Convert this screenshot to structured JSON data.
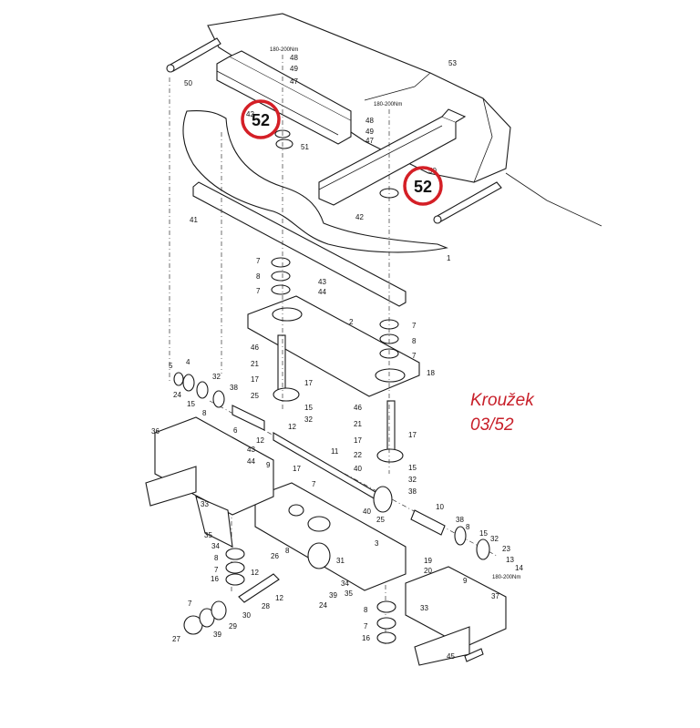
{
  "caption": {
    "line1": "Kroužek",
    "line2": "03/52",
    "color": "#c8202a"
  },
  "highlight": {
    "label": "52",
    "color": "#d41f26"
  },
  "torque": {
    "top": "180-200Nm",
    "middle": "180-200Nm",
    "right": "180-200Nm"
  },
  "labels": {
    "p53": "53",
    "p48a": "48",
    "p49a": "49",
    "p47a": "47",
    "p50a": "50",
    "p42a": "42",
    "p51": "51",
    "p48b": "48",
    "p49b": "49",
    "p47b": "47",
    "p50b": "50",
    "p41": "41",
    "p42b": "42",
    "p1": "1",
    "p7a": "7",
    "p8a": "8",
    "p7b": "7",
    "p43a": "43",
    "p44a": "44",
    "p2": "2",
    "p7c": "7",
    "p8b": "8",
    "p7d": "7",
    "p46a": "46",
    "p21a": "21",
    "p17a": "17",
    "p17b": "17",
    "p25a": "25",
    "p15a": "15",
    "p32a": "32",
    "p18": "18",
    "p5": "5",
    "p4": "4",
    "p32b": "32",
    "p38a": "38",
    "p24a": "24",
    "p15b": "15",
    "p8c": "8",
    "p36": "36",
    "p6": "6",
    "p12a": "12",
    "p12b": "12",
    "p43b": "43",
    "p44b": "44",
    "p46b": "46",
    "p21b": "21",
    "p17c": "17",
    "p17d": "17",
    "p22": "22",
    "p40a": "40",
    "p15c": "15",
    "p32c": "32",
    "p11": "11",
    "p9a": "9",
    "p17e": "17",
    "p7e": "7",
    "p38b": "38",
    "p40b": "40",
    "p25b": "25",
    "p33a": "33",
    "p10": "10",
    "p38c": "38",
    "p8d": "8",
    "p15d": "15",
    "p32d": "32",
    "p23": "23",
    "p13": "13",
    "p14": "14",
    "p35a": "35",
    "p34a": "34",
    "p8e": "8",
    "p7f": "7",
    "p16a": "16",
    "p26": "26",
    "p8f": "8",
    "p31": "31",
    "p3": "3",
    "p12c": "12",
    "p19": "19",
    "p20": "20",
    "p9b": "9",
    "p37": "37",
    "p7g": "7",
    "p28": "28",
    "p12d": "12",
    "p34b": "34",
    "p35b": "35",
    "p39a": "39",
    "p24b": "24",
    "p33b": "33",
    "p8g": "8",
    "p7h": "7",
    "p16b": "16",
    "p30": "30",
    "p29": "29",
    "p39b": "39",
    "p27": "27",
    "p45": "45"
  }
}
